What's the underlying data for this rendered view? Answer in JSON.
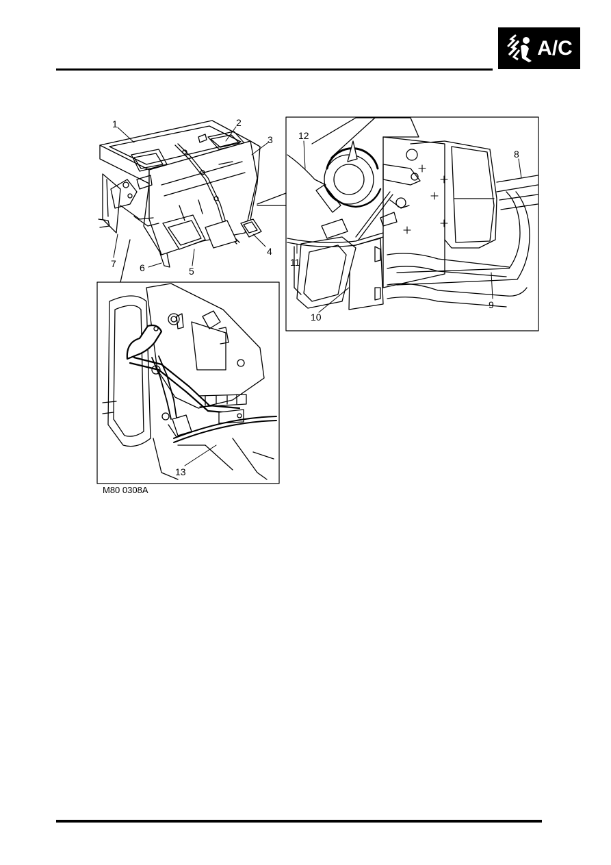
{
  "header": {
    "section_badge": "A/C",
    "badge_icon": "air-conditioning-icon"
  },
  "figure": {
    "reference": "M80 0308A",
    "callouts": [
      "1",
      "2",
      "3",
      "4",
      "5",
      "6",
      "7",
      "8",
      "9",
      "10",
      "11",
      "12",
      "13"
    ]
  }
}
